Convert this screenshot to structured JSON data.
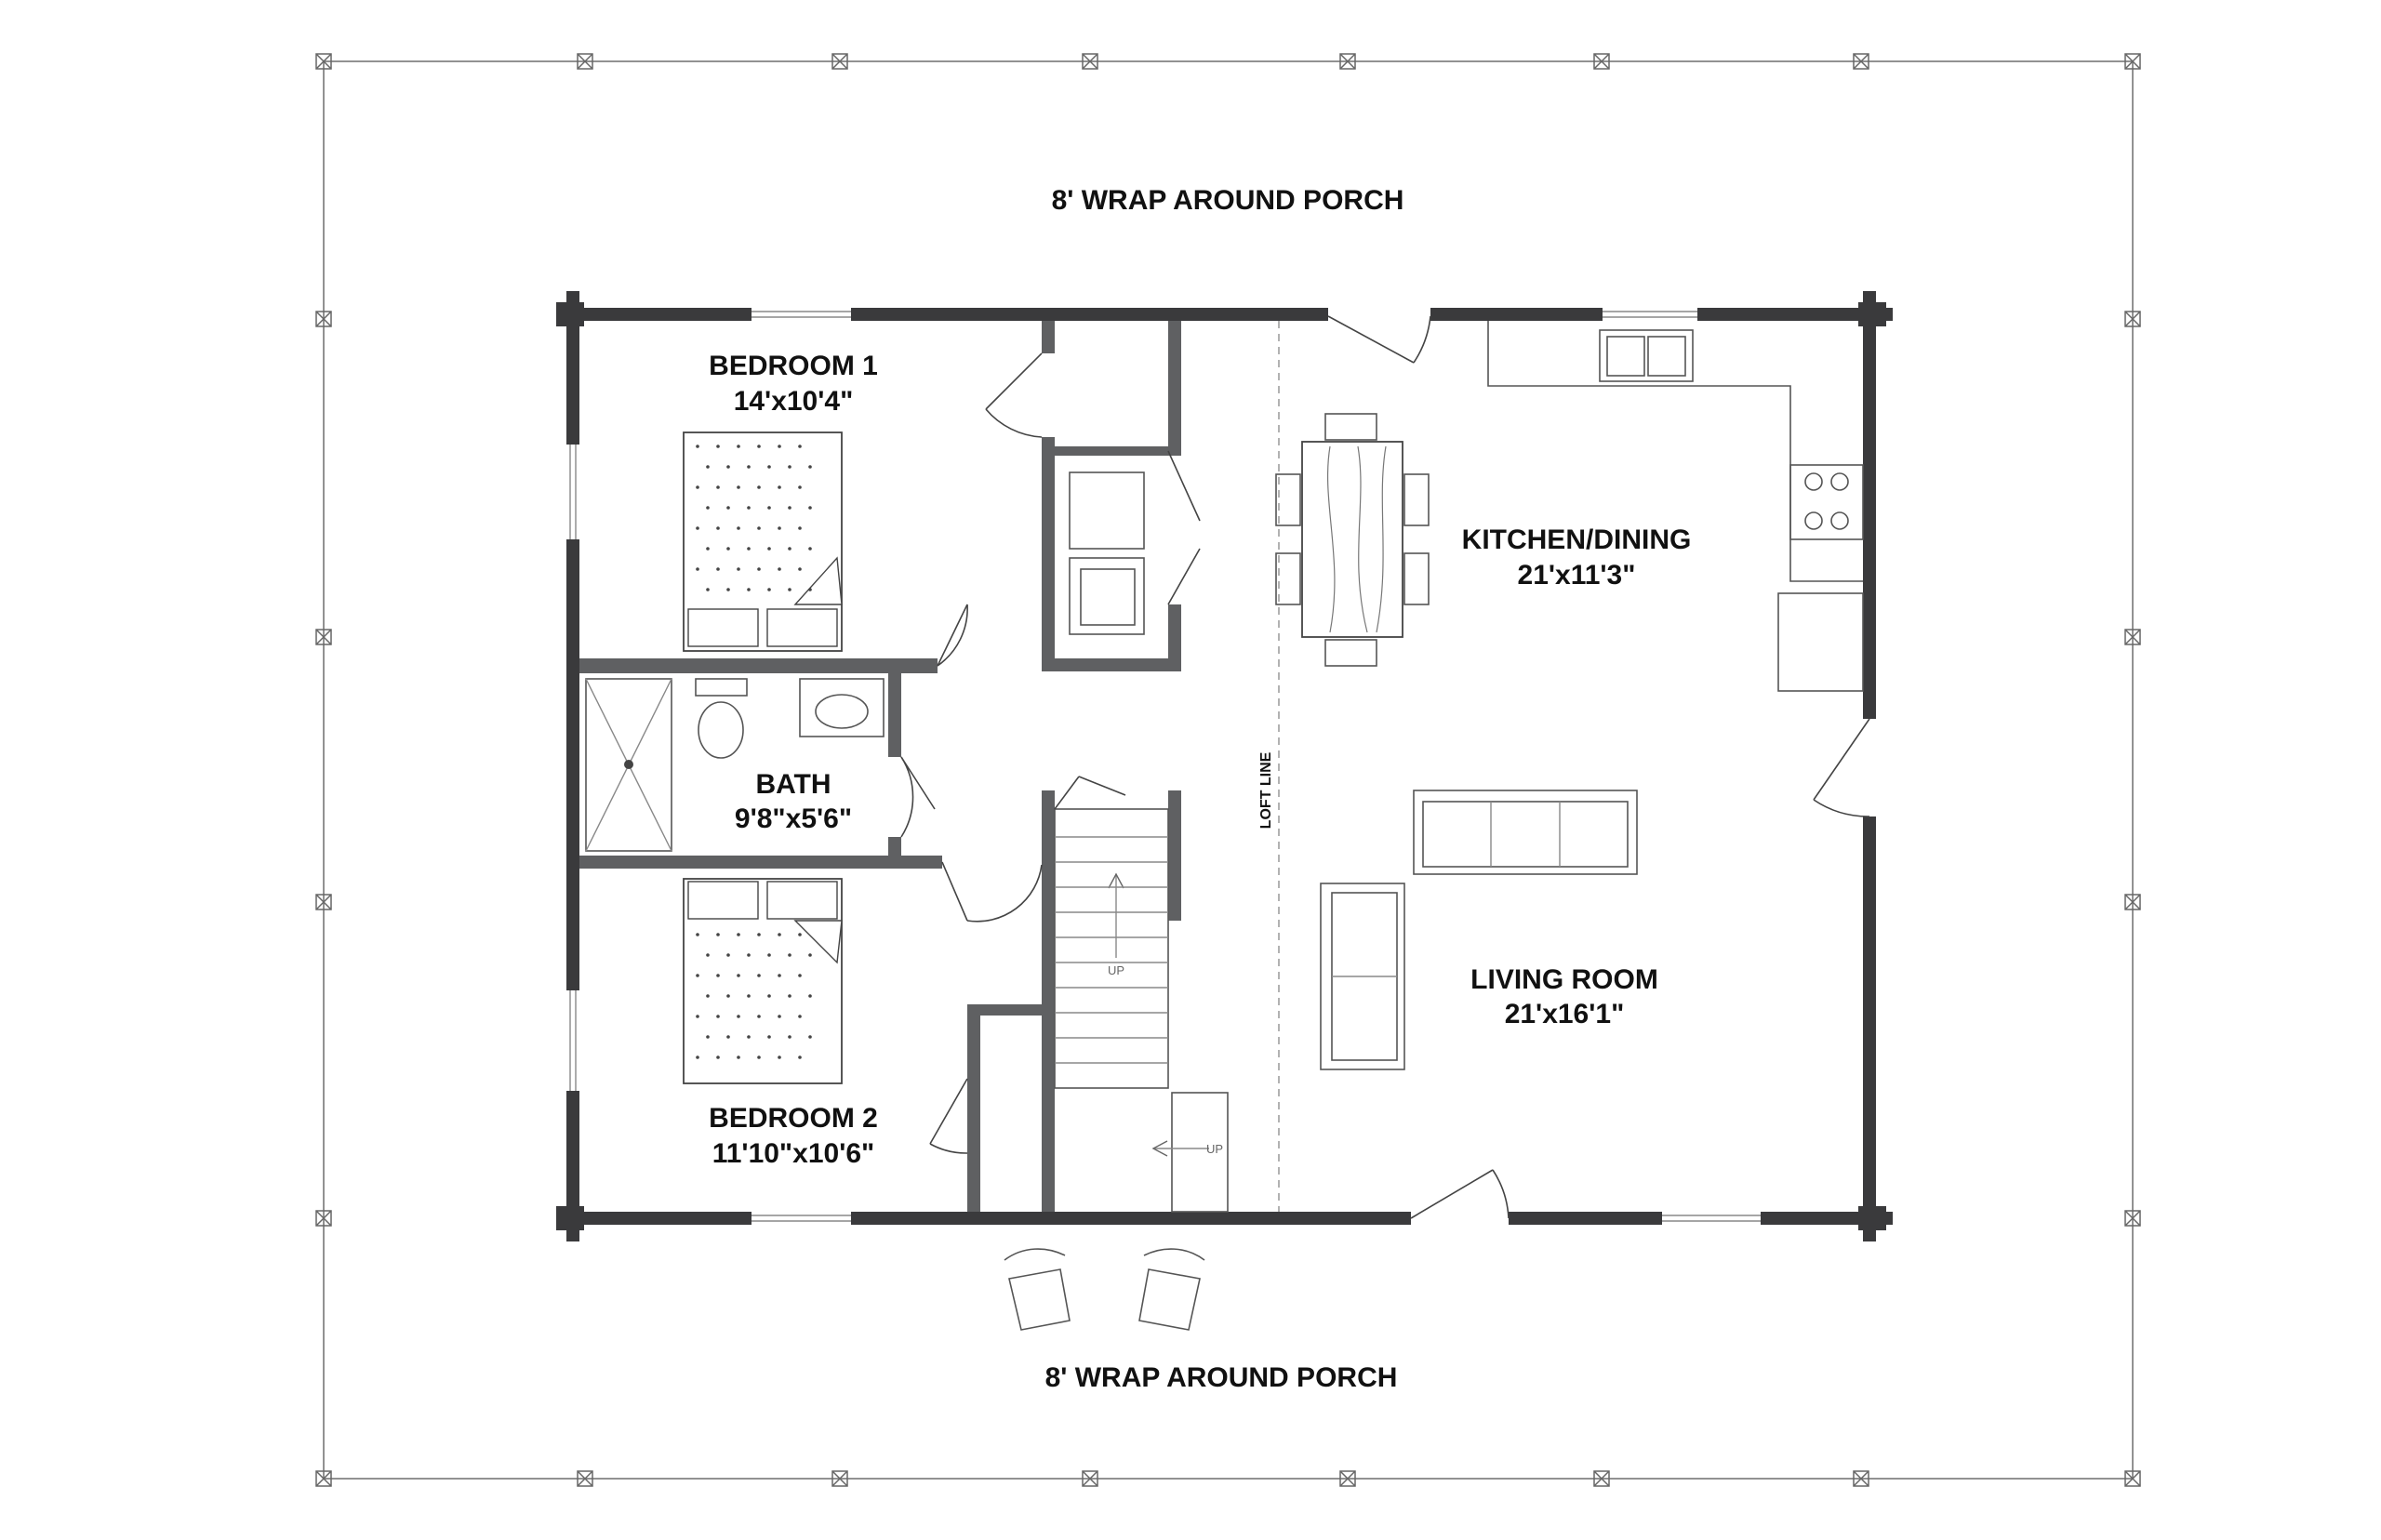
{
  "porch_top": "8' WRAP AROUND PORCH",
  "porch_bottom": "8' WRAP AROUND PORCH",
  "rooms": {
    "bedroom1": {
      "name": "BEDROOM 1",
      "dims": "14'x10'4\""
    },
    "bath": {
      "name": "BATH",
      "dims": "9'8\"x5'6\""
    },
    "bedroom2": {
      "name": "BEDROOM 2",
      "dims": "11'10\"x10'6\""
    },
    "kitchen": {
      "name": "KITCHEN/DINING",
      "dims": "21'x11'3\""
    },
    "living": {
      "name": "LIVING ROOM",
      "dims": "21'x16'1\""
    }
  },
  "loft_line": "LOFT LINE",
  "stair_up_1": "UP",
  "stair_up_2": "UP",
  "colors": {
    "wall": "#5f6062",
    "wall_dark": "#3a3a3c",
    "line": "#555555"
  }
}
